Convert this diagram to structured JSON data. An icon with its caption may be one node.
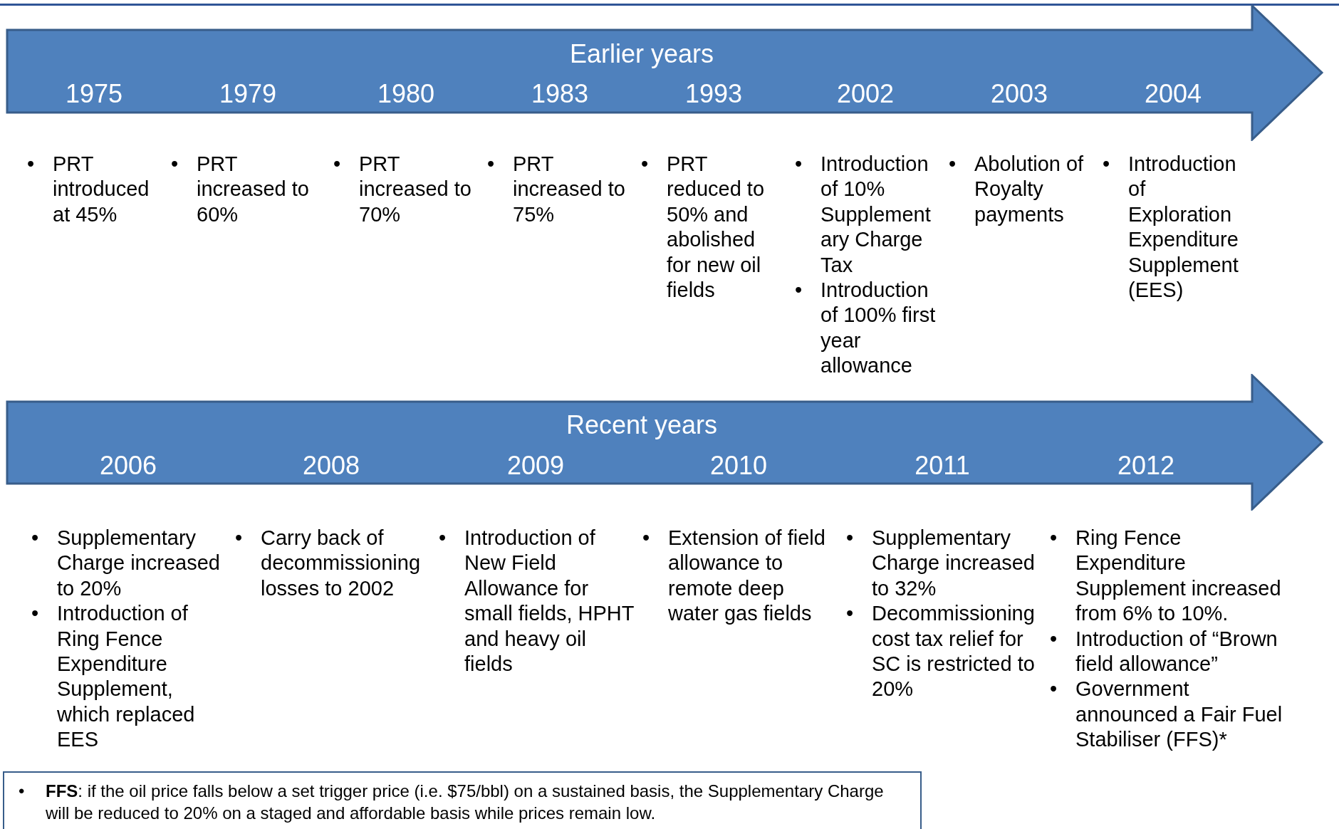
{
  "diagram": {
    "nodes": [
      {
        "text": [
          "Earlier years",
          "1975",
          "1979",
          "1980",
          "1983",
          "1993",
          "2002",
          "2003",
          "2004"
        ]
      },
      {
        "text": [
          "Recent years",
          "2006",
          "2008",
          "2009",
          "2010",
          "2011",
          "2012"
        ]
      },
      {
        "text": [
          "•",
          "**FFS**: if the oil price falls below a set trigger price (i.e. $75/bbl) on a sustained basis, the Supplementary Charge will be reduced to 20% on a staged and affordable basis while prices remain low."
        ]
      }
    ],
    "labels": [
      "•",
      "PRT introduced at 45%",
      "•",
      "PRT increased to 60%",
      "•",
      "PRT increased to 70%",
      "•",
      "PRT increased to 75%",
      "•",
      "PRT reduced to 50% and abolished for new oil fields",
      "•",
      "Introduction of 10% Supplement ary Charge Tax",
      "•",
      "Introduction of 100% first year allowance",
      "•",
      "Abolution of Royalty payments",
      "•",
      "Introduction of Exploration Expenditure Supplement (EES)",
      "•",
      "Supplementary Charge increased to 20%",
      "•",
      "Introduction of Ring Fence Expenditure Supplement, which replaced EES",
      "•",
      "Carry back of decommissioning losses to 2002",
      "•",
      "Introduction of New Field Allowance for small fields, HPHT and heavy oil fields",
      "•",
      "Extension of field allowance to remote deep water gas fields",
      "•",
      "Supplementary Charge increased to 32%",
      "•",
      "Decommissioning cost tax relief for SC is restricted to 20%",
      "•",
      "Ring Fence Expenditure Supplement increased from 6% to 10%.",
      "•",
      "Introduction of “Brown field allowance”",
      "•",
      "Government announced a Fair Fuel Stabiliser (FFS)*"
    ]
  }
}
